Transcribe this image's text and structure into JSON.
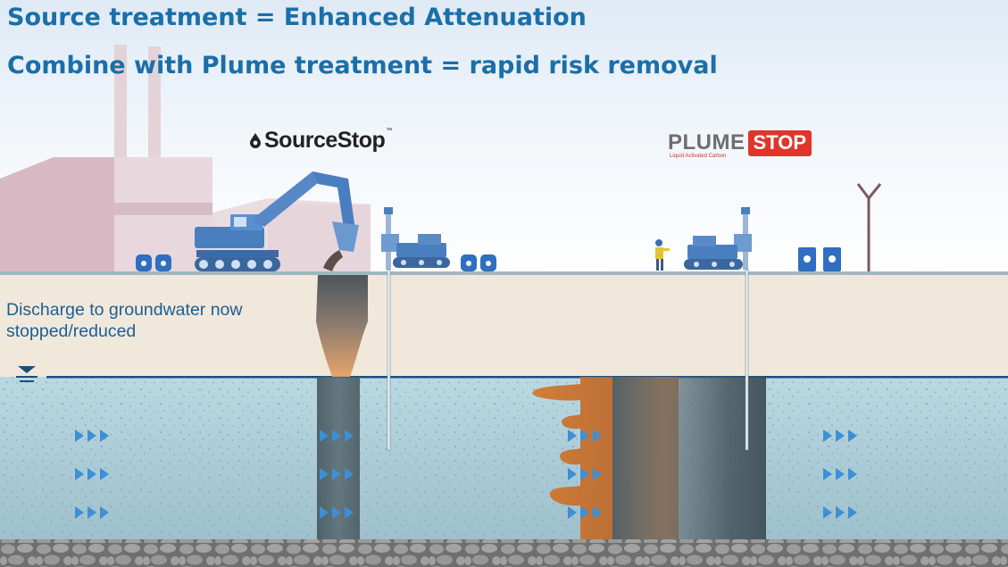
{
  "headlines": {
    "line1": "Source treatment = Enhanced Attenuation",
    "line2": "Combine with Plume treatment = rapid risk removal"
  },
  "logos": {
    "sourcestop_name": "SourceStop",
    "sourcestop_tm": "™",
    "plumestop_left": "PLUME",
    "plumestop_right": "STOP",
    "plumestop_tagline": "Liquid Activated Carbon"
  },
  "callout": {
    "discharge_text": "Discharge to groundwater now stopped/reduced"
  },
  "colors": {
    "headline": "#1a6fa8",
    "callout_text": "#1a5f96",
    "sky": "#eef4fa",
    "unsaturated_soil": "#f1e8dc",
    "aquifer": "#a7ccd8",
    "bedrock": "#8f8f8f",
    "plume": "#c76a2a",
    "flow_arrow": "#3d8fd6",
    "equipment": "#4a7fbf",
    "factory": "#dcc4cc"
  },
  "icons": {
    "water_table": "water-table-icon",
    "flow": "flow-arrow-icon",
    "excavator": "excavator-icon",
    "drill_rig": "drill-rig-icon",
    "worker": "worker-icon",
    "drum": "drum-icon",
    "factory": "factory-icon",
    "sensor_mast": "sensor-mast-icon"
  }
}
